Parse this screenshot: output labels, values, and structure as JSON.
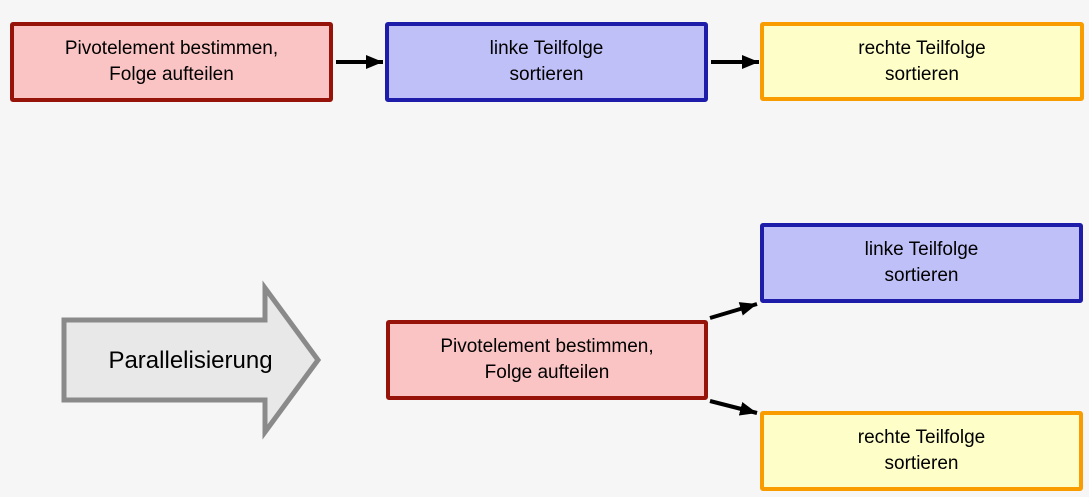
{
  "canvas": {
    "background": "#f7f6f6"
  },
  "palette": {
    "pivot_fill": "#fbc4c4",
    "pivot_border": "#961309",
    "left_fill": "#c0c0f8",
    "left_border": "#1d1daa",
    "right_fill": "#fefec9",
    "right_border": "#f89c00",
    "transform_fill": "#e9e8e8",
    "transform_border": "#8a8a8a",
    "connector": "#000000"
  },
  "sequential_flow": {
    "pivot_box": {
      "line1": "Pivotelement bestimmen,",
      "line2": "Folge aufteilen"
    },
    "left_box": {
      "line1": "linke Teilfolge",
      "line2": "sortieren"
    },
    "right_box": {
      "line1": "rechte Teilfolge",
      "line2": "sortieren"
    }
  },
  "transform_arrow": {
    "label": "Parallelisierung"
  },
  "parallel_flow": {
    "pivot_box": {
      "line1": "Pivotelement bestimmen,",
      "line2": "Folge aufteilen"
    },
    "left_box": {
      "line1": "linke Teilfolge",
      "line2": "sortieren"
    },
    "right_box": {
      "line1": "rechte Teilfolge",
      "line2": "sortieren"
    }
  }
}
